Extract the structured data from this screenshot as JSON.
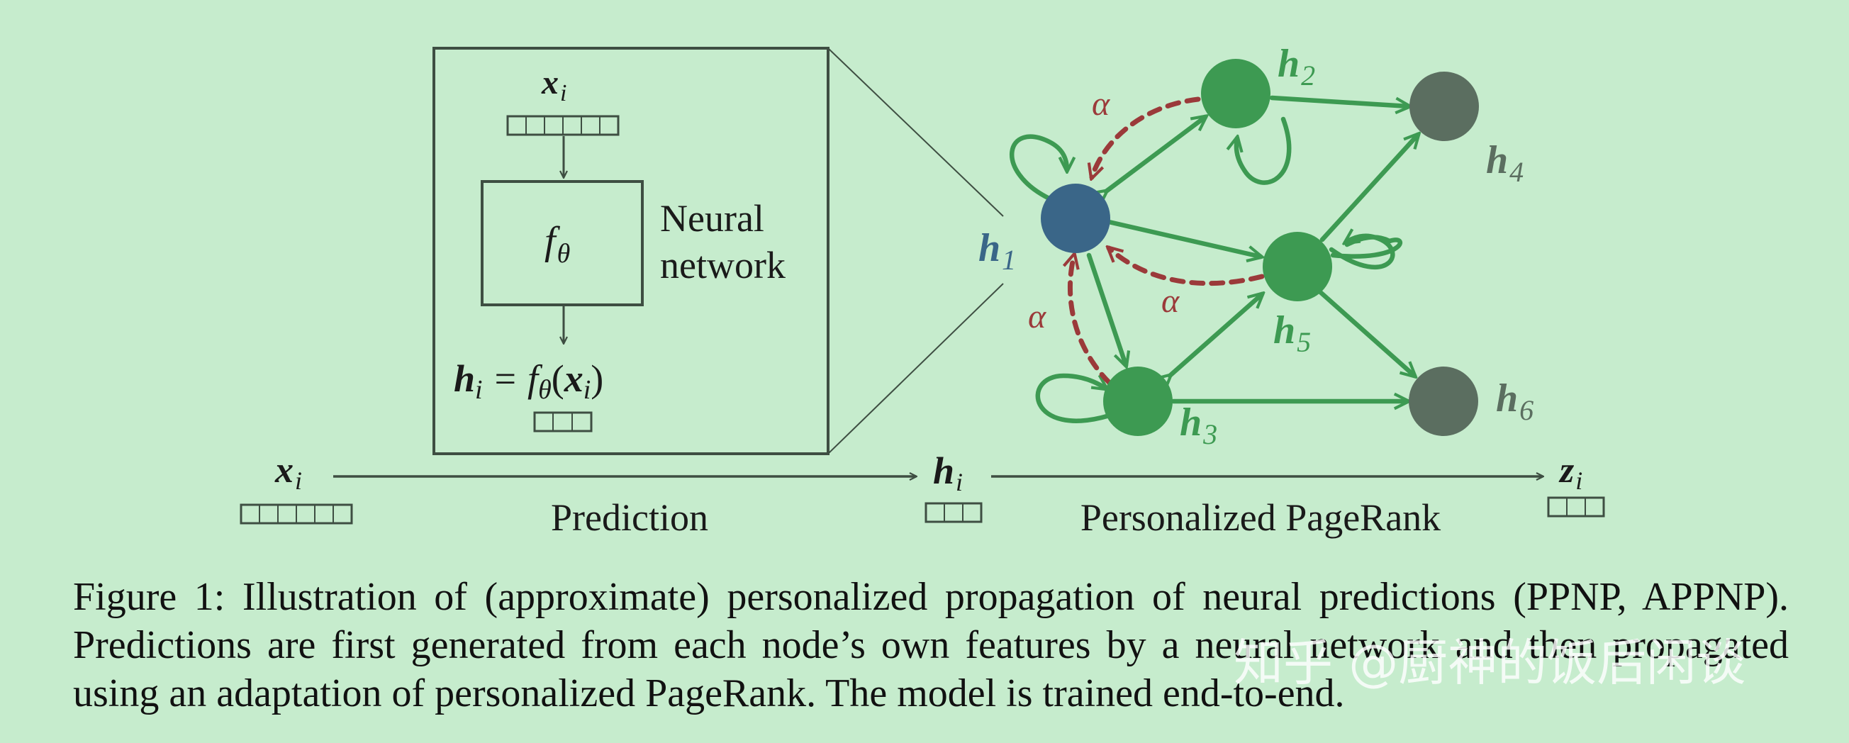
{
  "figure": {
    "labels": {
      "xi_top": "x",
      "xi_top_sub": "i",
      "f_theta": "f",
      "f_theta_sub": "θ",
      "neural_line1": "Neural",
      "neural_line2": "network",
      "hi_eq_h": "h",
      "hi_eq_sub": "i",
      "hi_eq_rest": " = f",
      "hi_eq_theta": "θ",
      "hi_eq_paren_open": "(",
      "hi_eq_x": "x",
      "hi_eq_xsub": "i",
      "hi_eq_paren_close": ")",
      "xi_main": "x",
      "xi_main_sub": "i",
      "hi_main": "h",
      "hi_main_sub": "i",
      "zi_main": "z",
      "zi_main_sub": "i",
      "prediction": "Prediction",
      "personalized_pagerank": "Personalized PageRank"
    },
    "nodes": {
      "h1": {
        "label": "h",
        "sub": "1",
        "color": "#3a6688"
      },
      "h2": {
        "label": "h",
        "sub": "2",
        "color": "#3d9a52"
      },
      "h3": {
        "label": "h",
        "sub": "3",
        "color": "#3d9a52"
      },
      "h4": {
        "label": "h",
        "sub": "4",
        "color": "#5b6e60"
      },
      "h5": {
        "label": "h",
        "sub": "5",
        "color": "#3d9a52"
      },
      "h6": {
        "label": "h",
        "sub": "6",
        "color": "#5b6e60"
      }
    },
    "alpha": "α",
    "colors": {
      "edge": "#3d9a52",
      "teleport": "#9b3a3a",
      "dark": "#3e4e42",
      "background": "#c6eccd"
    }
  },
  "caption": {
    "text": "Figure 1:  Illustration of (approximate) personalized propagation of neural predictions (PPNP, APPNP). Predictions are first generated from each node’s own features by a neural network and then propagated using an adaptation of personalized PageRank. The model is trained end-to-end."
  },
  "watermark": {
    "text": "知乎 @厨神的饭后闲谈"
  }
}
